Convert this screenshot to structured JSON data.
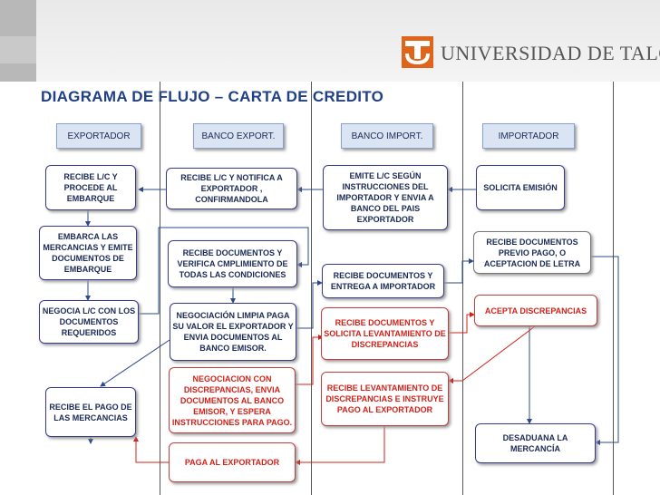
{
  "header": {
    "brand": "UNIVERSIDAD DE TALCA"
  },
  "title": "DIAGRAMA DE FLUJO – CARTA DE CREDITO",
  "lanes": {
    "exportador": "EXPORTADOR",
    "banco_export": "BANCO EXPORT.",
    "banco_import": "BANCO IMPORT.",
    "importador": "IMPORTADOR"
  },
  "steps": {
    "recibe_lc_procede": "RECIBE L/C Y PROCEDE AL EMBARQUE",
    "embarca_mercancias": "EMBARCA LAS MERCANCIAS Y EMITE DOCUMENTOS DE EMBARQUE",
    "negocia_lc": "NEGOCIA L/C CON LOS DOCUMENTOS REQUERIDOS",
    "recibe_pago": "RECIBE EL PAGO DE LAS MERCANCIAS",
    "recibe_lc_notifica": "RECIBE L/C Y NOTIFICA A EXPORTADOR , CONFIRMANDOLA",
    "recibe_documentos_verifica": "RECIBE DOCUMENTOS Y VERIFICA CMPLIMIENTO DE TODAS LAS CONDICIONES",
    "negociacion_limpia": "NEGOCIACIÓN LIMPIA PAGA SU VALOR EL EXPORTADOR Y ENVIA DOCUMENTOS AL BANCO EMISOR.",
    "negociacion_con_discrepancias": "NEGOCIACION CON DISCREPANCIAS, ENVIA DOCUMENTOS AL BANCO EMISOR, Y ESPERA INSTRUCCIONES PARA PAGO.",
    "paga_exportador": "PAGA AL EXPORTADOR",
    "emite_lc": "EMITE L/C SEGÚN INSTRUCCIONES DEL IMPORTADOR Y ENVIA A BANCO DEL PAIS EXPORTADOR",
    "recibe_documentos_entrega": "RECIBE DOCUMENTOS Y ENTREGA A IMPORTADOR",
    "recibe_documentos_solicita": "RECIBE DOCUMENTOS Y SOLICITA LEVANTAMIENTO DE DISCREPANCIAS",
    "recibe_levantamiento": "RECIBE LEVANTAMIENTO DE DISCREPANCIAS E INSTRUYE PAGO AL EXPORTADOR",
    "solicita_emision": "SOLICITA EMISIÓN",
    "recibe_documentos_previo": "RECIBE DOCUMENTOS PREVIO PAGO, O ACEPTACION DE LETRA",
    "acepta_discrepancias": "ACEPTA DISCREPANCIAS",
    "desaduana": "DESADUANA LA MERCANCÍA"
  },
  "colors": {
    "title": "#1f3f86",
    "highlight": "#d0221a",
    "logo": "#e0641a"
  }
}
